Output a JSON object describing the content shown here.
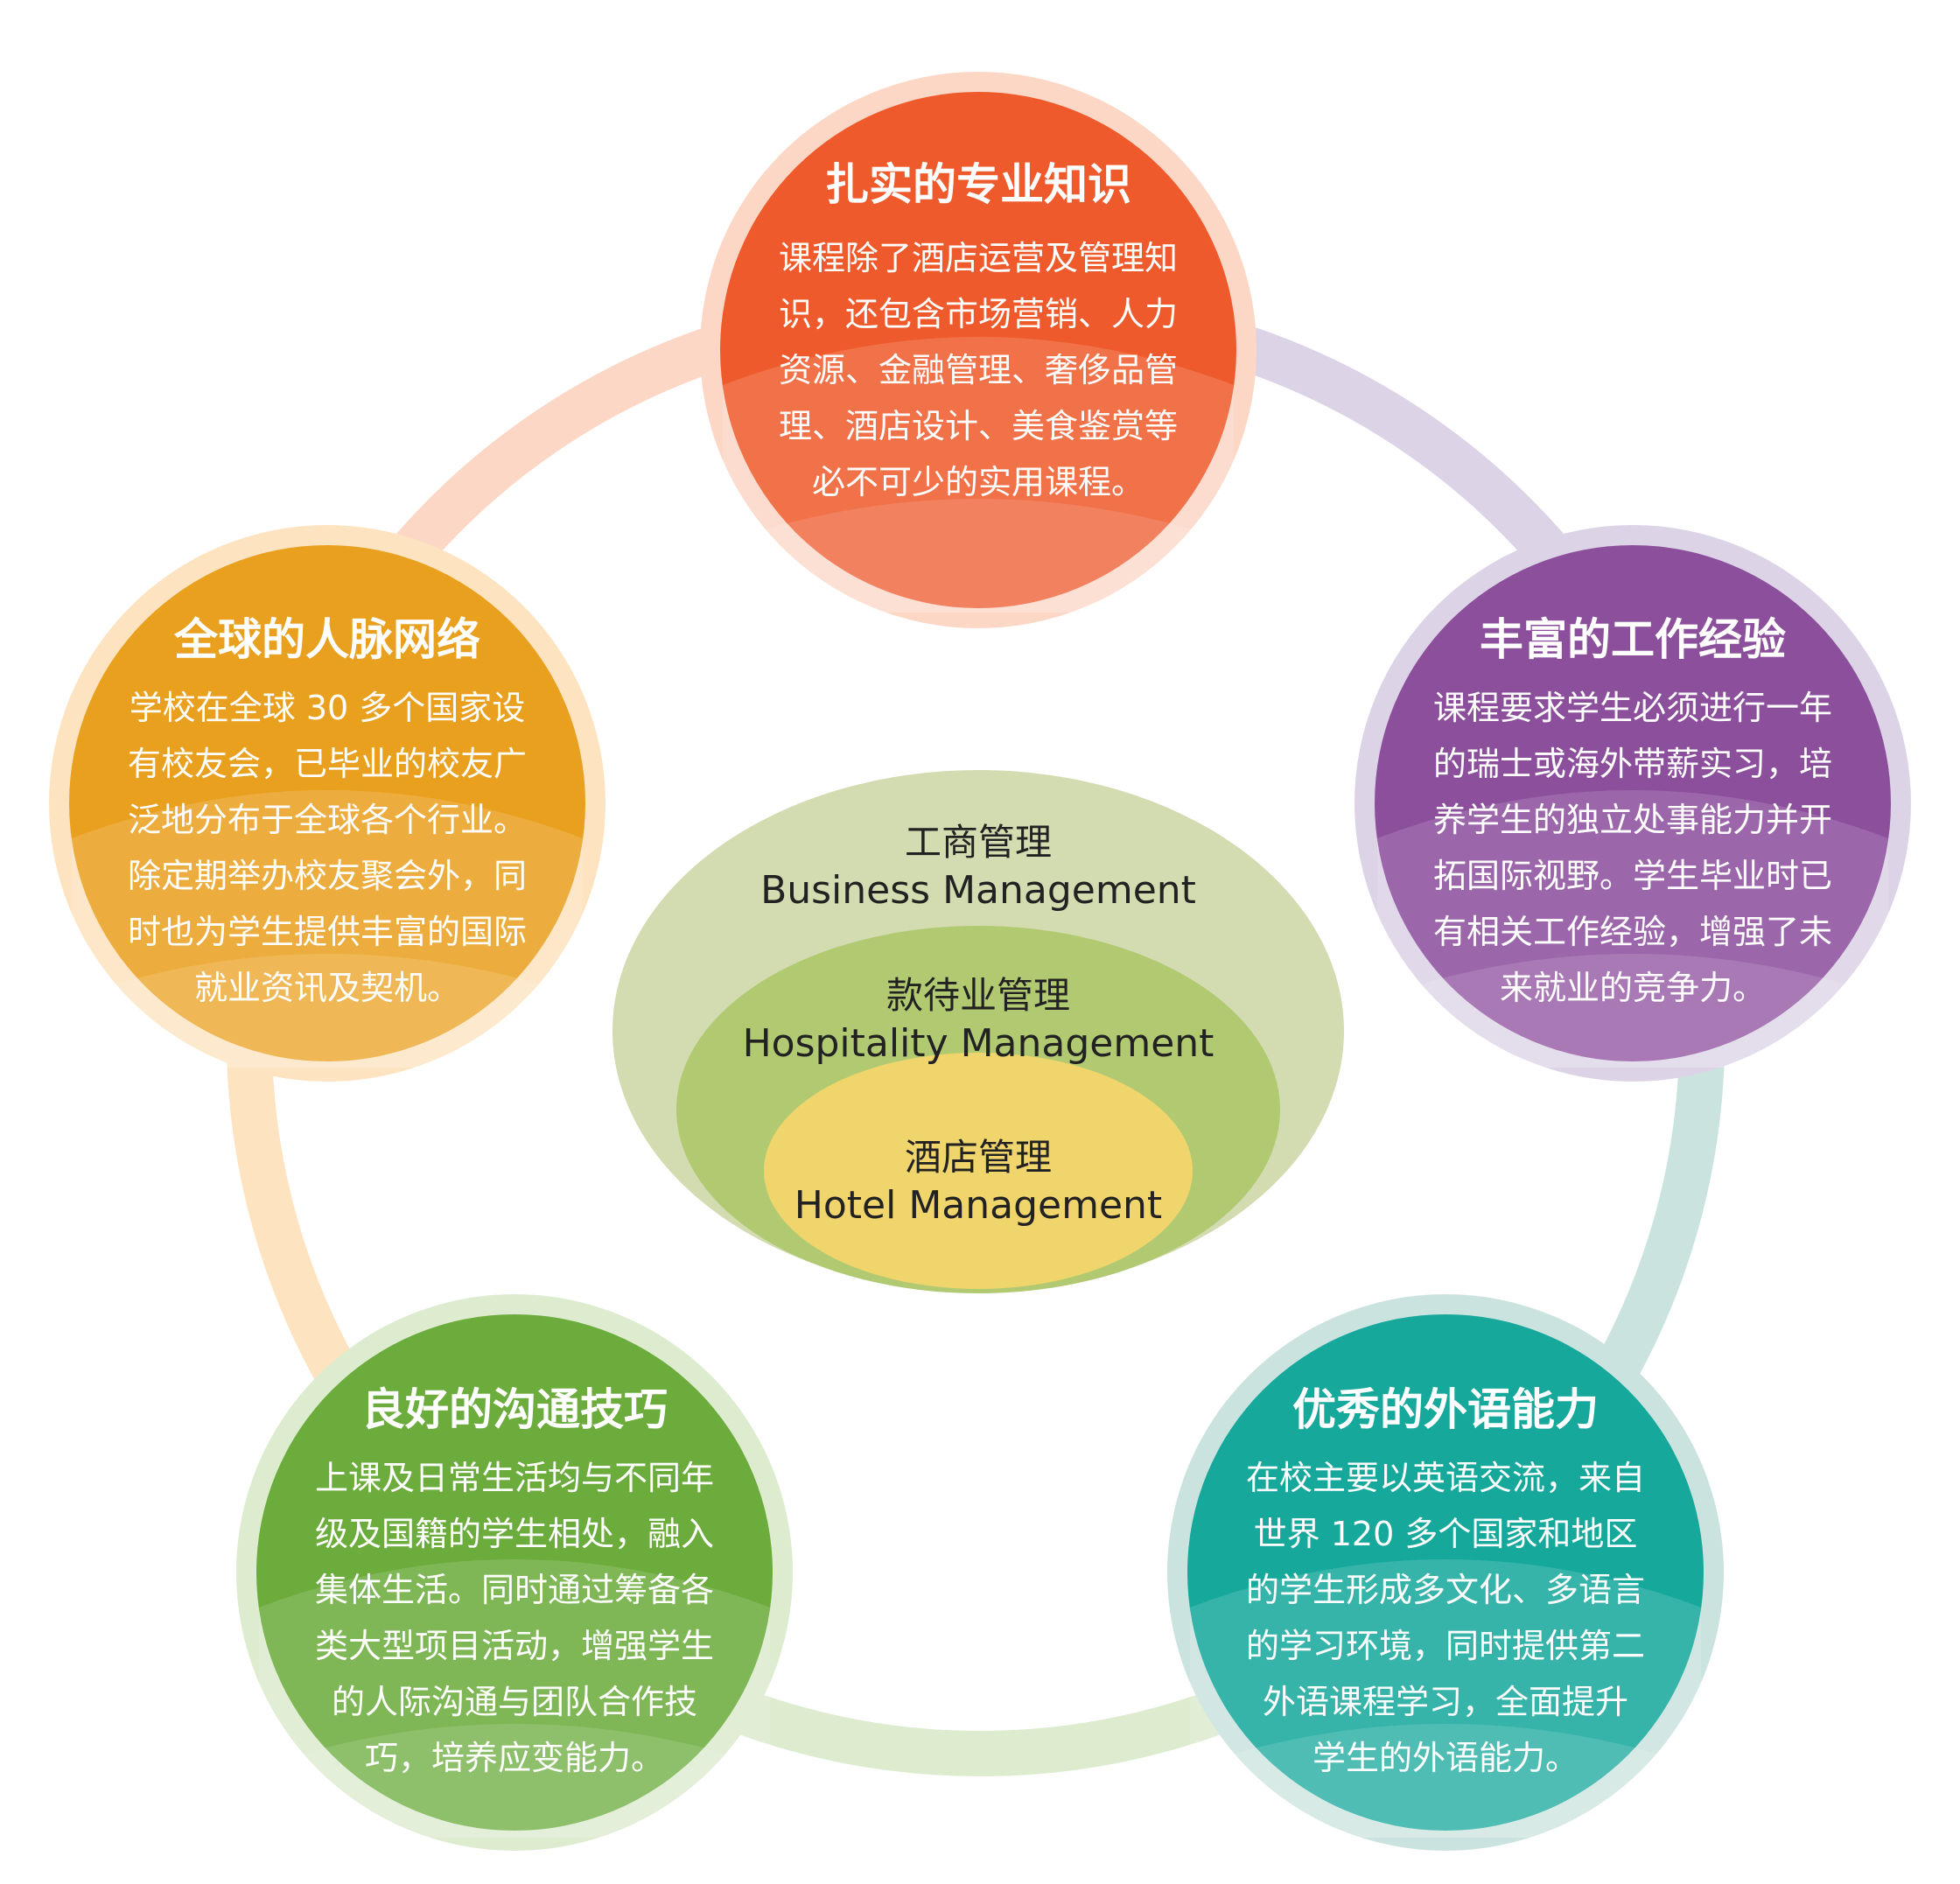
{
  "colors": {
    "top": "#ef5a2c",
    "top_ring": "#fcd7c6",
    "right": "#8c4f9c",
    "right_ring": "#ddd3e7",
    "bottom_right": "#17a89c",
    "bottom_right_ring": "#cbe3df",
    "bottom_left": "#6bac3c",
    "bottom_left_ring": "#ddebcf",
    "left": "#eaa01f",
    "left_ring": "#fde3bf",
    "center_outer": "#d3dbb0",
    "center_middle": "#b1ca72",
    "center_inner": "#efd56b"
  },
  "nodes": {
    "top": {
      "title": "扎实的专业知识",
      "lines": [
        "课程除了酒店运营及管理知",
        "识，还包含市场营销、人力",
        "资源、金融管理、奢侈品管",
        "理、酒店设计、美食鉴赏等",
        "必不可少的实用课程。"
      ]
    },
    "right": {
      "title": "丰富的工作经验",
      "lines": [
        "课程要求学生必须进行一年",
        "的瑞士或海外带薪实习，培",
        "养学生的独立处事能力并开",
        "拓国际视野。学生毕业时已",
        "有相关工作经验，增强了未",
        "来就业的竞争力。"
      ]
    },
    "bottom_right": {
      "title": "优秀的外语能力",
      "lines": [
        "在校主要以英语交流，来自",
        "世界 120 多个国家和地区",
        "的学生形成多文化、多语言",
        "的学习环境，同时提供第二",
        "外语课程学习，全面提升",
        "学生的外语能力。"
      ]
    },
    "bottom_left": {
      "title": "良好的沟通技巧",
      "lines": [
        "上课及日常生活均与不同年",
        "级及国籍的学生相处，融入",
        "集体生活。同时通过筹备各",
        "类大型项目活动，增强学生",
        "的人际沟通与团队合作技",
        "巧，培养应变能力。"
      ]
    },
    "left": {
      "title": "全球的人脉网络",
      "lines": [
        "学校在全球 30 多个国家设",
        "有校友会，已毕业的校友广",
        "泛地分布于全球各个行业。",
        "除定期举办校友聚会外，同",
        "时也为学生提供丰富的国际",
        "就业资讯及契机。"
      ]
    }
  },
  "center": {
    "outer": {
      "cn": "工商管理",
      "en": "Business Management"
    },
    "middle": {
      "cn": "款待业管理",
      "en": "Hospitality Management"
    },
    "inner": {
      "cn": "酒店管理",
      "en": "Hotel Management"
    }
  }
}
